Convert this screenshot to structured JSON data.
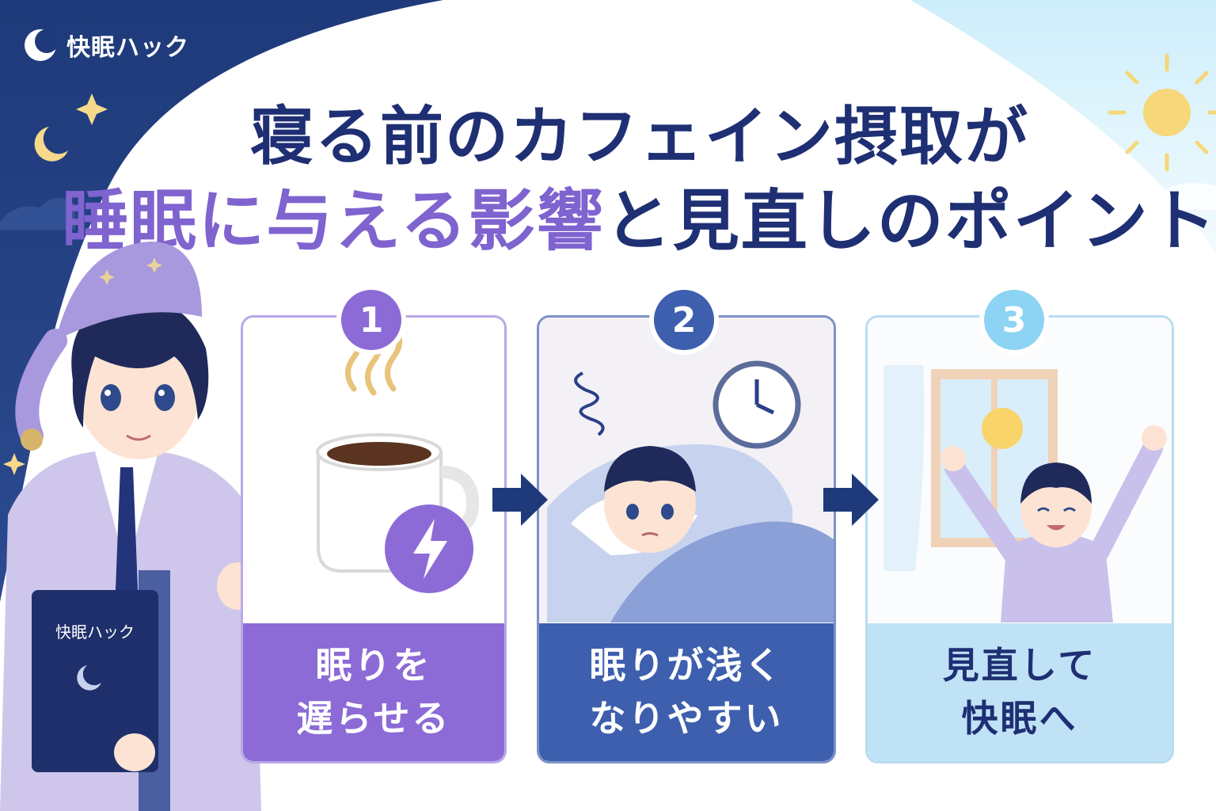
{
  "brand": {
    "name": "快眠ハック",
    "icon": "moon-logo-icon"
  },
  "title": {
    "line1": "寝る前のカフェイン摂取が",
    "line2_highlight": "睡眠に与える影響",
    "line2_rest": "と見直しのポイント"
  },
  "book": {
    "title": "快眠ハック"
  },
  "steps": [
    {
      "number": "1",
      "label_line1": "眠りを",
      "label_line2": "遅らせる",
      "icon": "coffee-cup-icon"
    },
    {
      "number": "2",
      "label_line1": "眠りが浅く",
      "label_line2": "なりやすい",
      "icon": "sleepless-boy-icon"
    },
    {
      "number": "3",
      "label_line1": "見直して",
      "label_line2": "快眠へ",
      "icon": "wake-up-stretch-icon"
    }
  ],
  "colors": {
    "navy": "#1f2f73",
    "purple": "#8c6bd6",
    "blue": "#3d5fae",
    "light_blue": "#bfe2f6",
    "sun": "#f9d46b"
  }
}
